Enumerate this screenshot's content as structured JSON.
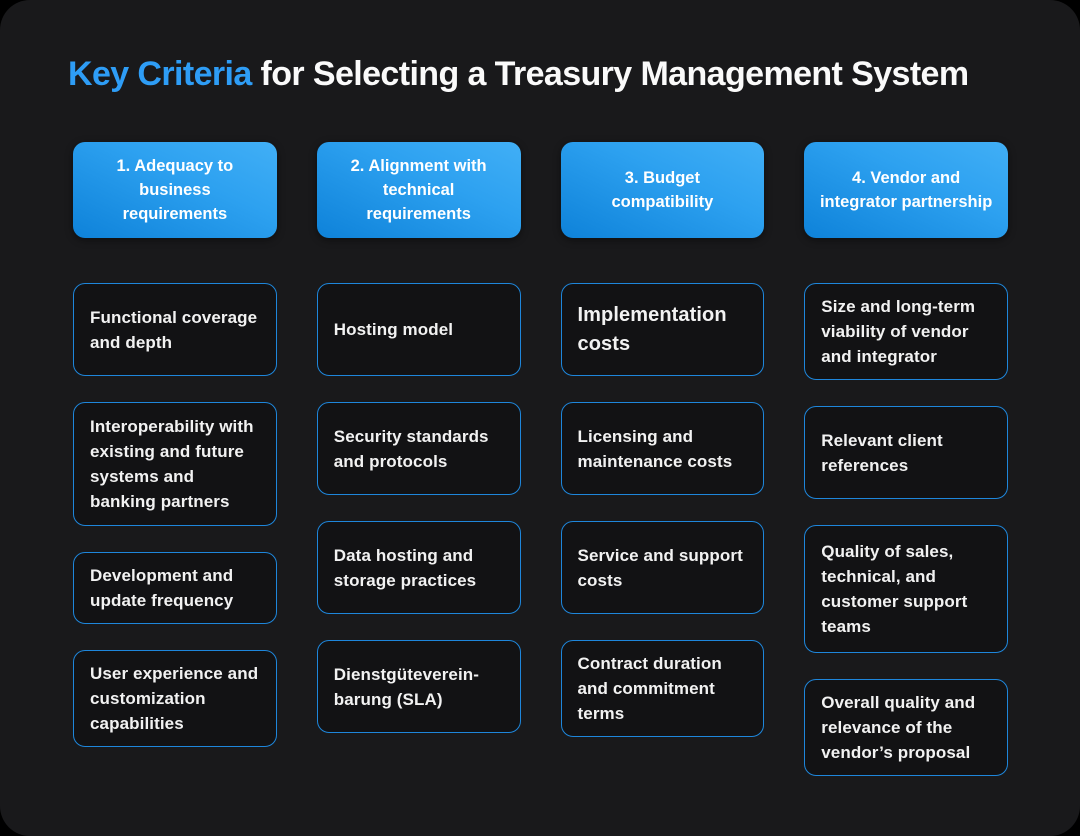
{
  "title": {
    "highlight": "Key Criteria",
    "rest": " for Selecting a Treasury Management System"
  },
  "colors": {
    "accent_blue": "#2e9df6",
    "header_gradient_top": "#41aff6",
    "header_gradient_bottom": "#0e82d9",
    "card_border": "#1e86db",
    "panel_background": "#19191b",
    "card_background": "#121214",
    "text": "#f2f2f2"
  },
  "columns": [
    {
      "header": "1. Adequacy to business requirements",
      "cards": [
        "Functional coverage and depth",
        "Interoperability with existing and future systems and banking partners",
        "Development and update frequency",
        "User experience and customization capabilities"
      ]
    },
    {
      "header": "2. Alignment with technical requirements",
      "cards": [
        "Hosting model",
        "Security standards and protocols",
        "Data hosting and storage practices",
        "Dienstgüteverein-barung (SLA)"
      ]
    },
    {
      "header": "3. Budget compatibility",
      "cards": [
        "Implementation costs",
        "Licensing and maintenance costs",
        "Service and support costs",
        "Contract duration and commitment terms"
      ]
    },
    {
      "header": "4. Vendor and integrator partnership",
      "cards": [
        "Size and long-term viability of vendor and integrator",
        "Relevant client references",
        "Quality of sales, technical, and customer support teams",
        "Overall quality and relevance of the vendor’s proposal"
      ]
    }
  ]
}
